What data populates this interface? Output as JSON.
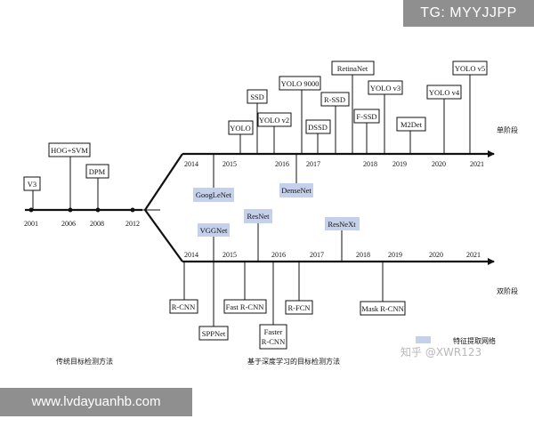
{
  "watermarks": {
    "telegram": "TG: MYYJJPP",
    "site": "www.lvdayuanhb.com",
    "zhihu": "知乎 @XWR123"
  },
  "colors": {
    "line": "#111111",
    "backbone_box": "#c5d0ea",
    "badge_bg": "#8f8f8f"
  },
  "traditional": {
    "years": [
      "2001",
      "2006",
      "2008",
      "2012"
    ],
    "methods": [
      "V3",
      "HOG+SVM",
      "DPM"
    ],
    "caption": "传统目标检测方法"
  },
  "deep_caption": "基于深度学习的目标检测方法",
  "legend_label": "特征提取网络",
  "one_stage": {
    "stage_label": "单阶段",
    "years": [
      "2014",
      "2015",
      "2016",
      "2017",
      "2018",
      "2019",
      "2020",
      "2021"
    ],
    "methods": [
      "YOLO",
      "SSD",
      "YOLO v2",
      "YOLO 9000",
      "DSSD",
      "R-SSD",
      "RetinaNet",
      "F-SSD",
      "YOLO v3",
      "M2Det",
      "YOLO v4",
      "YOLO v5"
    ],
    "backbones": [
      "GoogLeNet",
      "DenseNet"
    ]
  },
  "two_stage": {
    "stage_label": "双阶段",
    "years": [
      "2014",
      "2015",
      "2016",
      "2017",
      "2018",
      "2019",
      "2020",
      "2021"
    ],
    "methods": [
      "R-CNN",
      "SPPNet",
      "Fast R-CNN",
      "Faster",
      "R-CNN",
      "R-FCN",
      "Mask R-CNN"
    ],
    "backbones": [
      "VGGNet",
      "ResNet",
      "ResNeXt"
    ]
  }
}
